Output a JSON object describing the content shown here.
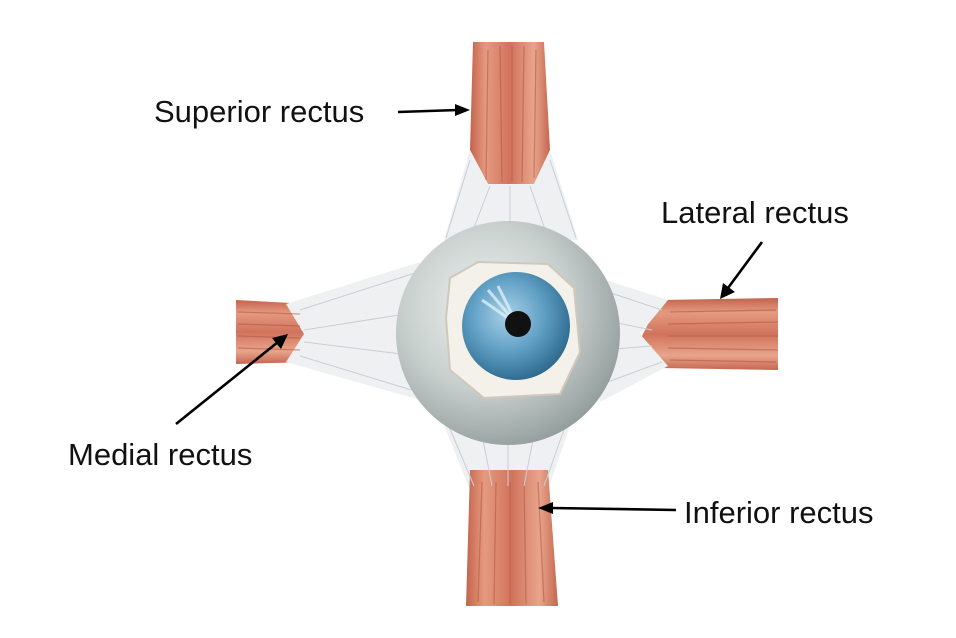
{
  "labels": {
    "superior": "Superior rectus",
    "lateral": "Lateral rectus",
    "medial": "Medial rectus",
    "inferior": "Inferior rectus"
  }
}
